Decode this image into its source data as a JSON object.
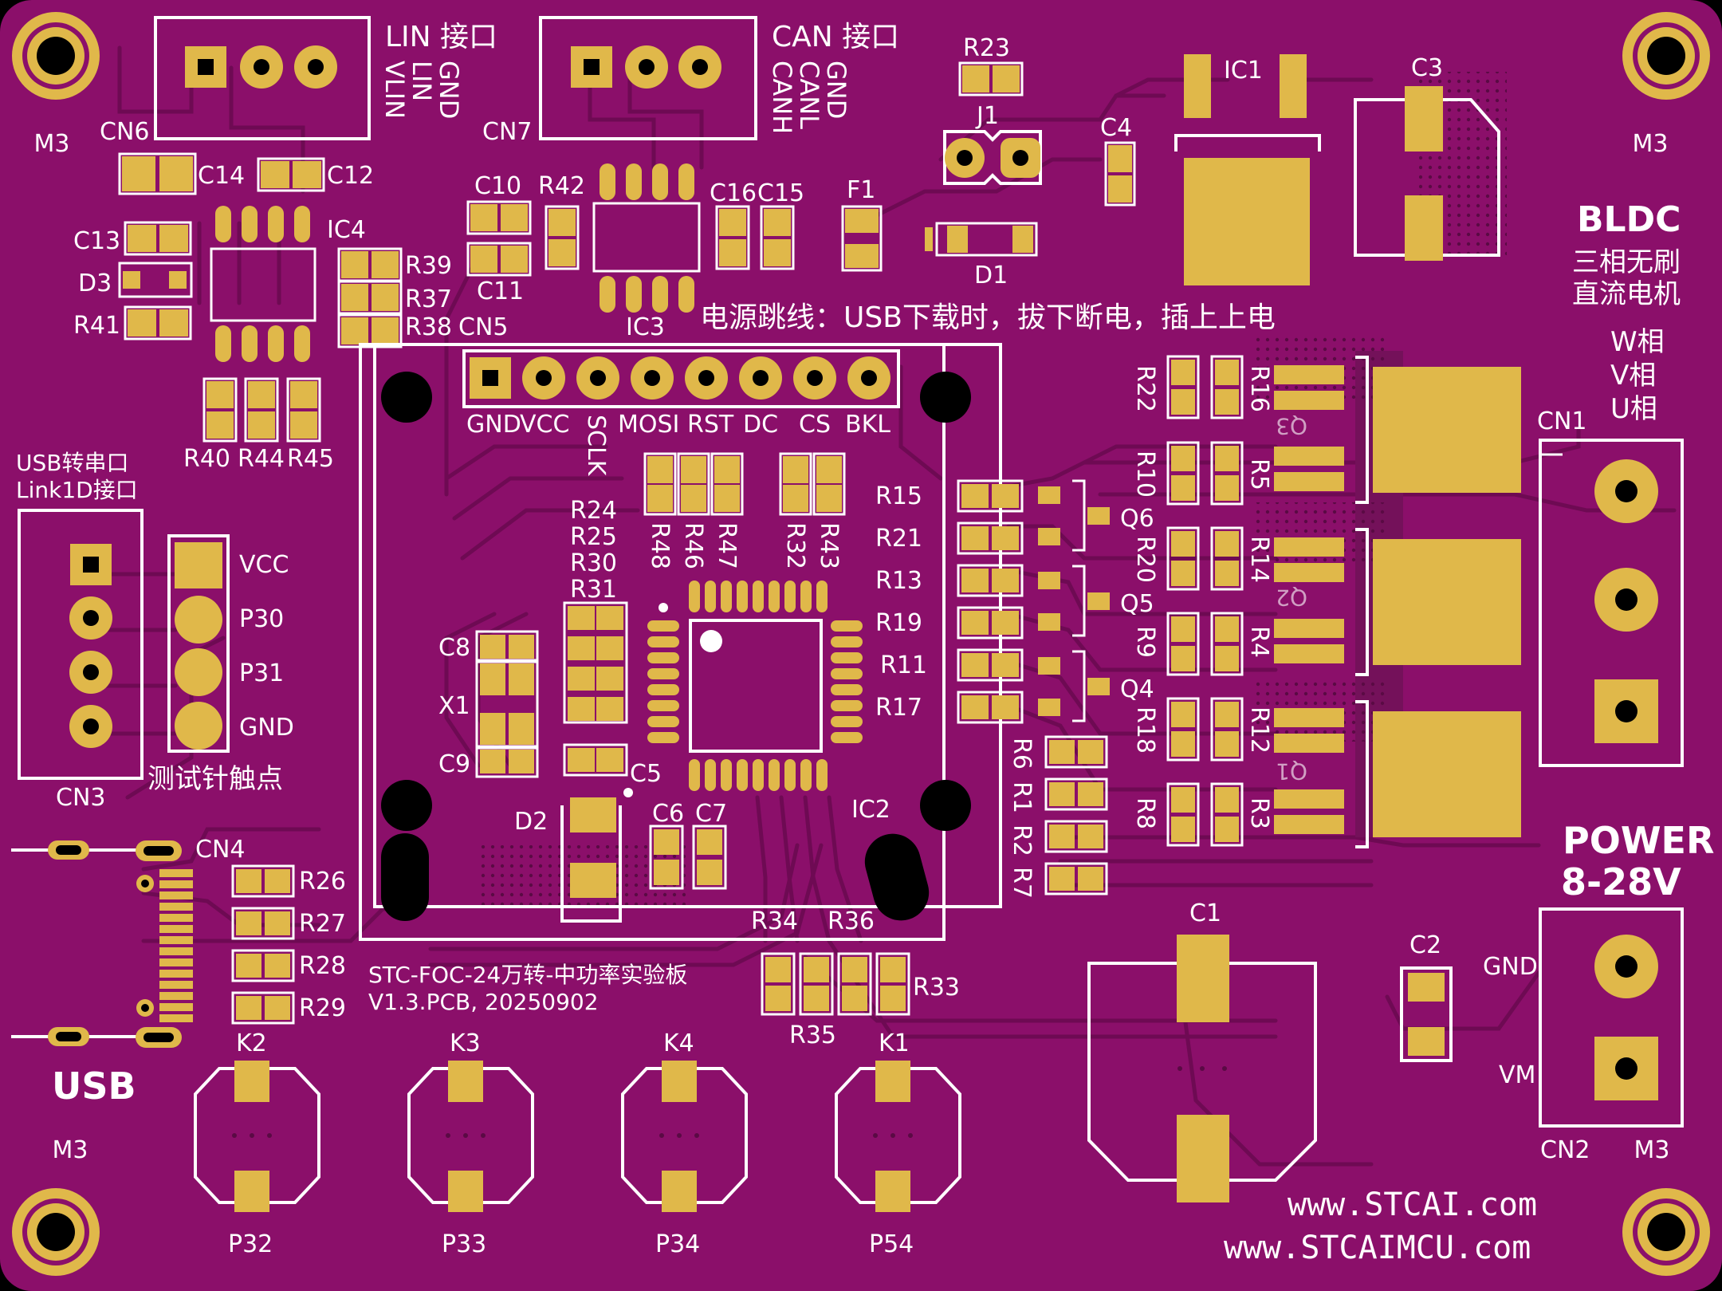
{
  "board": {
    "title_line1": "STC-FOC-24万转-中功率实验板",
    "title_line2": "V1.3.PCB, 20250902",
    "url1": "www.STCAI.com",
    "url2": "www.STCAIMCU.com",
    "usb_label": "USB",
    "power_label": "POWER",
    "power_range": "8-28V",
    "motor_title": "BLDC",
    "motor_desc1": "三相无刷",
    "motor_desc2": "直流电机",
    "phase_w": "W相",
    "phase_v": "V相",
    "phase_u": "U相",
    "jumper_note": "电源跳线：USB下载时，拔下断电，插上上电",
    "test_points": "测试针触点",
    "link_label1": "USB转串口",
    "link_label2": "Link1D接口",
    "colors": {
      "board": "#8b0f6a",
      "copper": "#e0b84a",
      "silkscreen": "#ffffff",
      "trace": "#6e0a53"
    }
  },
  "connectors": {
    "lin": {
      "title": "LIN 接口",
      "pins": [
        "GND",
        "LIN",
        "VLIN"
      ],
      "ref": "CN6"
    },
    "can": {
      "title": "CAN 接口",
      "pins": [
        "GND",
        "CANL",
        "CANH"
      ],
      "ref": "CN7"
    },
    "lcd": {
      "ref": "CN5",
      "pins": [
        "GND",
        "VCC",
        "SCLK",
        "MOSI",
        "RST",
        "DC",
        "CS",
        "BKL"
      ]
    },
    "cn3": {
      "ref": "CN3",
      "pins": [
        "VCC",
        "P30",
        "P31",
        "GND"
      ]
    },
    "cn1": {
      "ref": "CN1"
    },
    "cn2": {
      "ref": "CN2",
      "pins": [
        "GND",
        "VM"
      ]
    },
    "cn4": {
      "ref": "CN4"
    }
  },
  "mount_labels": [
    "M3",
    "M3",
    "M3",
    "M3"
  ],
  "buttons": [
    {
      "ref": "K2",
      "pin": "P32"
    },
    {
      "ref": "K3",
      "pin": "P33"
    },
    {
      "ref": "K4",
      "pin": "P34"
    },
    {
      "ref": "K1",
      "pin": "P54"
    }
  ],
  "refs": {
    "c14": "C14",
    "c12": "C12",
    "c13": "C13",
    "d3": "D3",
    "r41": "R41",
    "ic4": "IC4",
    "r39": "R39",
    "r37": "R37",
    "r38": "R38",
    "r40": "R40",
    "r44": "R44",
    "r45": "R45",
    "c10": "C10",
    "c11": "C11",
    "r42": "R42",
    "ic3": "IC3",
    "c16": "C16",
    "c15": "C15",
    "f1": "F1",
    "r23": "R23",
    "j1": "J1",
    "d1": "D1",
    "c4": "C4",
    "ic1": "IC1",
    "c3": "C3",
    "r24": "R24",
    "r25": "R25",
    "r30": "R30",
    "r31": "R31",
    "r48": "R48",
    "r46": "R46",
    "r47": "R47",
    "r32": "R32",
    "r43": "R43",
    "c8": "C8",
    "x1": "X1",
    "c9": "C9",
    "c5": "C5",
    "d2": "D2",
    "c6": "C6",
    "c7": "C7",
    "ic2": "IC2",
    "r15": "R15",
    "r21": "R21",
    "r13": "R13",
    "r19": "R19",
    "r11": "R11",
    "r17": "R17",
    "q6": "Q6",
    "q5": "Q5",
    "q4": "Q4",
    "r22": "R22",
    "r16": "R16",
    "r10": "R10",
    "r5": "R5",
    "r20": "R20",
    "r14": "R14",
    "r9": "R9",
    "r4": "R4",
    "r18": "R18",
    "r12": "R12",
    "r8": "R8",
    "r3": "R3",
    "r6": "R6",
    "r1": "R1",
    "r2": "R2",
    "r7": "R7",
    "q3": "Q3",
    "q2": "Q2",
    "q1": "Q1",
    "r26": "R26",
    "r27": "R27",
    "r28": "R28",
    "r29": "R29",
    "r34": "R34",
    "r36": "R36",
    "r33": "R33",
    "r35": "R35",
    "c1": "C1",
    "c2": "C2"
  }
}
